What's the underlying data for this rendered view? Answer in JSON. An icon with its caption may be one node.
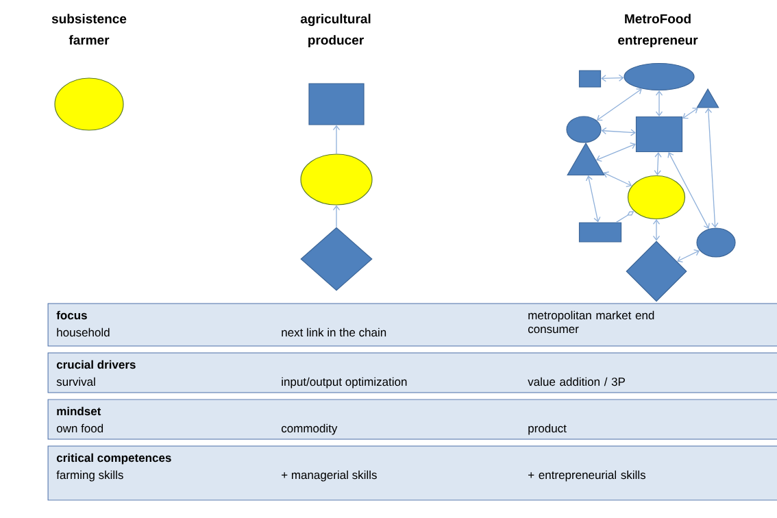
{
  "diagram": {
    "nodes": [
      {
        "text": [],
        "shape": "circle"
      },
      {
        "text": [],
        "shape": "box"
      },
      {
        "text": [],
        "shape": "circle"
      },
      {
        "text": [],
        "shape": "diamond"
      },
      {
        "text": [],
        "shape": "box"
      },
      {
        "text": [],
        "shape": "circle"
      },
      {
        "text": [],
        "shape": "triangle"
      },
      {
        "text": [],
        "shape": "circle"
      },
      {
        "text": [],
        "shape": "box"
      },
      {
        "text": [],
        "shape": "triangle"
      },
      {
        "text": [],
        "shape": "circle"
      },
      {
        "text": [],
        "shape": "box"
      },
      {
        "text": [],
        "shape": "circle"
      },
      {
        "text": [],
        "shape": "diamond"
      },
      {
        "text": [
          "focus",
          "household",
          "next link in the chain",
          "metropolitan market end consumer"
        ]
      },
      {
        "text": [
          "crucial drivers",
          "survival",
          "input/output optimization",
          "value addition / 3P"
        ]
      },
      {
        "text": [
          "mindset",
          "own food",
          "commodity",
          "product"
        ]
      },
      {
        "text": [
          "critical competences",
          "farming skills",
          "+ managerial skills",
          "+ entrepreneurial skills"
        ]
      }
    ],
    "edges": [
      {
        "from": 3,
        "to": 2,
        "arrow": "to"
      },
      {
        "from": 2,
        "to": 1,
        "arrow": "to"
      },
      {
        "from": 4,
        "to": 5,
        "arrow": "both"
      },
      {
        "from": 5,
        "to": 7,
        "arrow": "both"
      },
      {
        "from": 5,
        "to": 8,
        "arrow": "both"
      },
      {
        "from": 7,
        "to": 8,
        "arrow": "both"
      },
      {
        "from": 8,
        "to": 6,
        "arrow": "both"
      },
      {
        "from": 8,
        "to": 9,
        "arrow": "both"
      },
      {
        "from": 8,
        "to": 10,
        "arrow": "both"
      },
      {
        "from": 9,
        "to": 10,
        "arrow": "both"
      },
      {
        "from": 9,
        "to": 11,
        "arrow": "both"
      },
      {
        "from": 11,
        "to": 10,
        "arrow": "other"
      },
      {
        "from": 10,
        "to": 13,
        "arrow": "both"
      },
      {
        "from": 13,
        "to": 12,
        "arrow": "both"
      },
      {
        "from": 6,
        "to": 12,
        "arrow": "both"
      },
      {
        "from": 8,
        "to": 12,
        "arrow": "both"
      }
    ],
    "labels": [
      "subsistence farmer",
      "agricultural producer",
      "MetroFood entrepreneur"
    ]
  }
}
